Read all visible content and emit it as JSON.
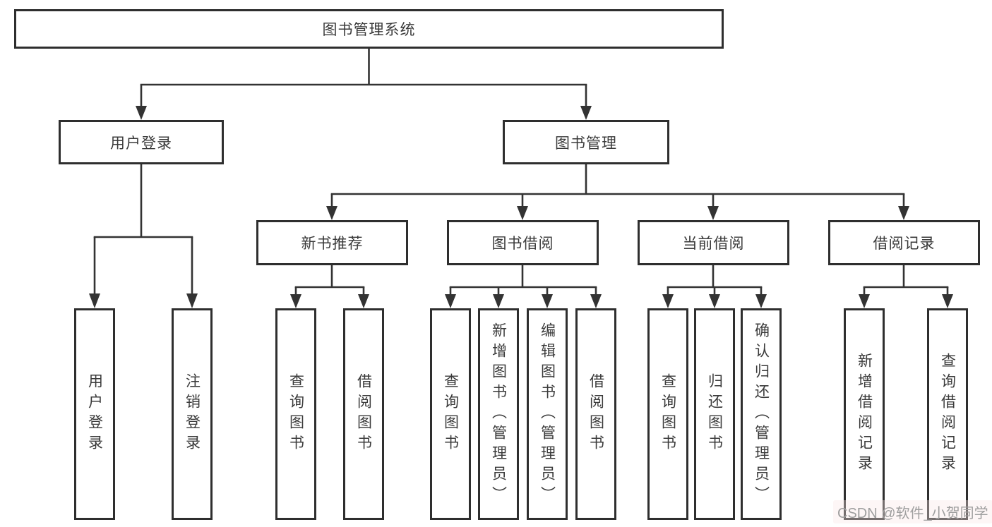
{
  "diagram": {
    "root_label": "图书管理系统",
    "level2": {
      "user_login": "用户登录",
      "book_management": "图书管理"
    },
    "level3": {
      "new_book_recommend": "新书推荐",
      "book_borrow": "图书借阅",
      "current_borrow": "当前借阅",
      "borrow_records": "借阅记录"
    },
    "leaves": {
      "login": [
        "用户登录",
        "注销登录"
      ],
      "recommend": [
        "查询图书",
        "借阅图书"
      ],
      "borrow": [
        "查询图书",
        "新增图书（管理员）",
        "编辑图书（管理员）",
        "借阅图书"
      ],
      "current": [
        "查询图书",
        "归还图书",
        "确认归还（管理员）"
      ],
      "records": [
        "新增借阅记录",
        "查询借阅记录"
      ]
    },
    "watermark": "CSDN @软件_小贺同学",
    "colors": {
      "line": "#333333",
      "node_border": "#2e2e2e",
      "text": "#3a3a3a",
      "background": "#ffffff",
      "watermark_text": "#9f9f9f"
    }
  }
}
